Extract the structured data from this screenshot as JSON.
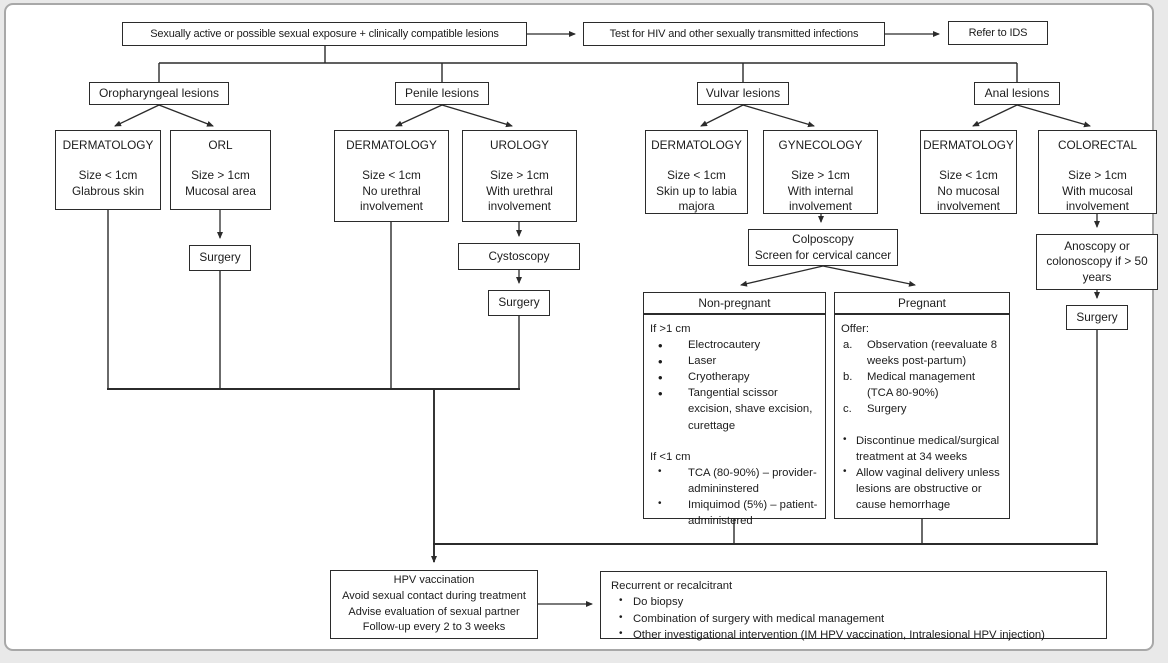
{
  "diagram": {
    "screening": "Sexually active or possible sexual exposure + clinically compatible lesions",
    "test_hiv": "Test for HIV and other sexually transmitted infections",
    "refer_ids": "Refer to IDS",
    "branches": {
      "oropharyngeal": "Oropharyngeal lesions",
      "penile": "Penile lesions",
      "vulvar": "Vulvar lesions",
      "anal": "Anal lesions"
    },
    "oropharyngeal": {
      "dermatology": {
        "title": "DERMATOLOGY",
        "lines": [
          "Size < 1cm",
          "Glabrous skin"
        ]
      },
      "orl": {
        "title": "ORL",
        "lines": [
          "Size > 1cm",
          "Mucosal area"
        ]
      },
      "surgery": "Surgery"
    },
    "penile": {
      "dermatology": {
        "title": "DERMATOLOGY",
        "lines": [
          "Size < 1cm",
          "No urethral involvement"
        ]
      },
      "urology": {
        "title": "UROLOGY",
        "lines": [
          "Size > 1cm",
          "With urethral involvement"
        ]
      },
      "cystoscopy": "Cystoscopy",
      "surgery": "Surgery"
    },
    "vulvar": {
      "dermatology": {
        "title": "DERMATOLOGY",
        "lines": [
          "Size < 1cm",
          "Skin up to labia majora"
        ]
      },
      "gynecology": {
        "title": "GYNECOLOGY",
        "lines": [
          "Size > 1cm",
          "With internal involvement"
        ]
      },
      "colposcopy": {
        "lines": [
          "Colposcopy",
          "Screen for cervical cancer"
        ]
      },
      "non_pregnant": {
        "header": "Non-pregnant",
        "large_heading": "If >1 cm",
        "large_items": [
          "Electrocautery",
          "Laser",
          "Cryotherapy",
          "Tangential scissor excision, shave excision, curettage"
        ],
        "small_heading": "If <1 cm",
        "small_items": [
          "TCA (80-90%) – provider-admininstered",
          "Imiquimod (5%) – patient-administered"
        ]
      },
      "pregnant": {
        "header": "Pregnant",
        "offer_heading": "Offer:",
        "offer_items": [
          {
            "marker": "a.",
            "text": "Observation (reevaluate 8 weeks post-partum)"
          },
          {
            "marker": "b.",
            "text": "Medical management (TCA 80-90%)"
          },
          {
            "marker": "c.",
            "text": "Surgery"
          }
        ],
        "notes": [
          "Discontinue medical/surgical treatment at 34 weeks",
          "Allow vaginal delivery unless lesions are obstructive or cause hemorrhage"
        ]
      }
    },
    "anal": {
      "dermatology": {
        "title": "DERMATOLOGY",
        "lines": [
          "Size < 1cm",
          "No mucosal involvement"
        ]
      },
      "colorectal": {
        "title": "COLORECTAL",
        "lines": [
          "Size > 1cm",
          "With mucosal involvement"
        ]
      },
      "anoscopy": {
        "lines": [
          "Anoscopy or",
          "colonoscopy if > 50",
          "years"
        ]
      },
      "surgery": "Surgery"
    },
    "followup": {
      "lines": [
        "HPV vaccination",
        "Avoid sexual contact during treatment",
        "Advise evaluation of sexual partner",
        "Follow-up every 2 to 3 weeks"
      ]
    },
    "recurrent": {
      "heading": "Recurrent or recalcitrant",
      "items": [
        "Do biopsy",
        "Combination of surgery with medical management",
        "Other investigational intervention (IM HPV vaccination, Intralesional HPV injection)"
      ]
    }
  }
}
